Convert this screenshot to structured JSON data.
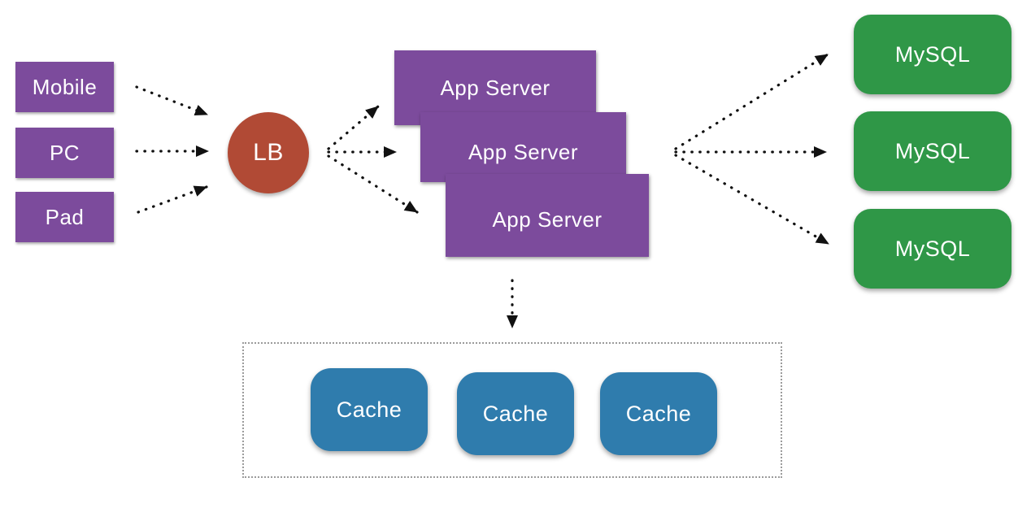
{
  "colors": {
    "client-fill": "#7c4b9c",
    "appserver-fill": "#7c4b9c",
    "lb-fill": "#b14a35",
    "db-fill": "#2f9747",
    "cache-fill": "#2f7cad",
    "arrow-color": "#111111",
    "cache-zone-border": "#9b9b9b"
  },
  "nodes": {
    "clients": [
      {
        "label": "Mobile"
      },
      {
        "label": "PC"
      },
      {
        "label": "Pad"
      }
    ],
    "load_balancer": {
      "label": "LB"
    },
    "app_servers": [
      {
        "label": "App Server"
      },
      {
        "label": "App Server"
      },
      {
        "label": "App Server"
      }
    ],
    "databases": [
      {
        "label": "MySQL"
      },
      {
        "label": "MySQL"
      },
      {
        "label": "MySQL"
      }
    ],
    "caches": [
      {
        "label": "Cache"
      },
      {
        "label": "Cache"
      },
      {
        "label": "Cache"
      }
    ]
  }
}
